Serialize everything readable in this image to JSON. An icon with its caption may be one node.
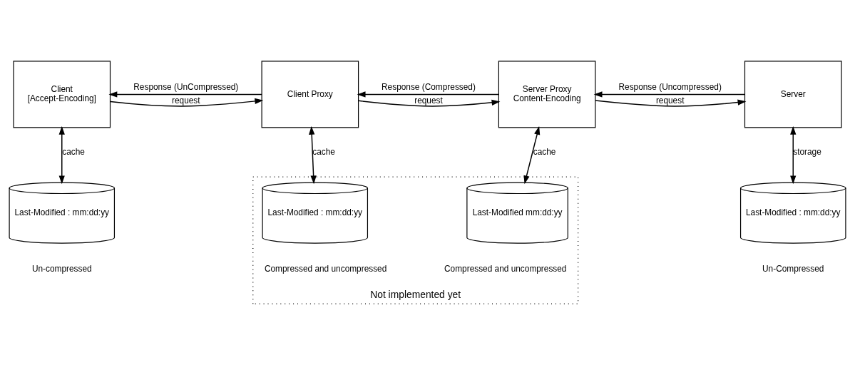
{
  "diagram": {
    "nodes": [
      {
        "text": [
          "Client",
          "[Accept-Encoding]"
        ]
      },
      {
        "text": [
          "Client Proxy"
        ]
      },
      {
        "text": [
          "Server Proxy",
          "Content-Encoding"
        ]
      },
      {
        "text": [
          "Server"
        ]
      },
      {
        "text": [
          "Last-Modified : mm:dd:yy"
        ],
        "beside": [
          "Un-compressed"
        ]
      },
      {
        "text": [
          "Not implemented yet"
        ]
      },
      {
        "text": [
          "Last-Modified : mm:dd:yy"
        ],
        "beside": [
          "Compressed and uncompressed"
        ],
        "in": 5
      },
      {
        "text": [
          "Last-Modified mm:dd:yy"
        ],
        "beside": [
          "Compressed and uncompressed"
        ],
        "in": 5
      },
      {
        "text": [
          "Last-Modified : mm:dd:yy"
        ],
        "beside": [
          "Un-Compressed"
        ]
      }
    ],
    "edges": [
      {
        "from": 0,
        "to": 1,
        "arrow": "to",
        "label": "request"
      },
      {
        "from": 1,
        "to": 0,
        "arrow": "to",
        "label": "Response (UnCompressed)"
      },
      {
        "from": 1,
        "to": 2,
        "arrow": "to",
        "label": "request"
      },
      {
        "from": 2,
        "to": 1,
        "arrow": "to",
        "label": "Response (Compressed)"
      },
      {
        "from": 2,
        "to": 3,
        "arrow": "to",
        "label": "request"
      },
      {
        "from": 3,
        "to": 2,
        "arrow": "to",
        "label": "Response (Uncompressed)"
      },
      {
        "from": 0,
        "to": 4,
        "arrow": "both",
        "label": "cache"
      },
      {
        "from": 1,
        "to": 6,
        "arrow": "both",
        "label": "cache"
      },
      {
        "from": 2,
        "to": 7,
        "arrow": "both",
        "label": "cache"
      },
      {
        "from": 3,
        "to": 8,
        "arrow": "both",
        "label": "storage"
      }
    ]
  }
}
